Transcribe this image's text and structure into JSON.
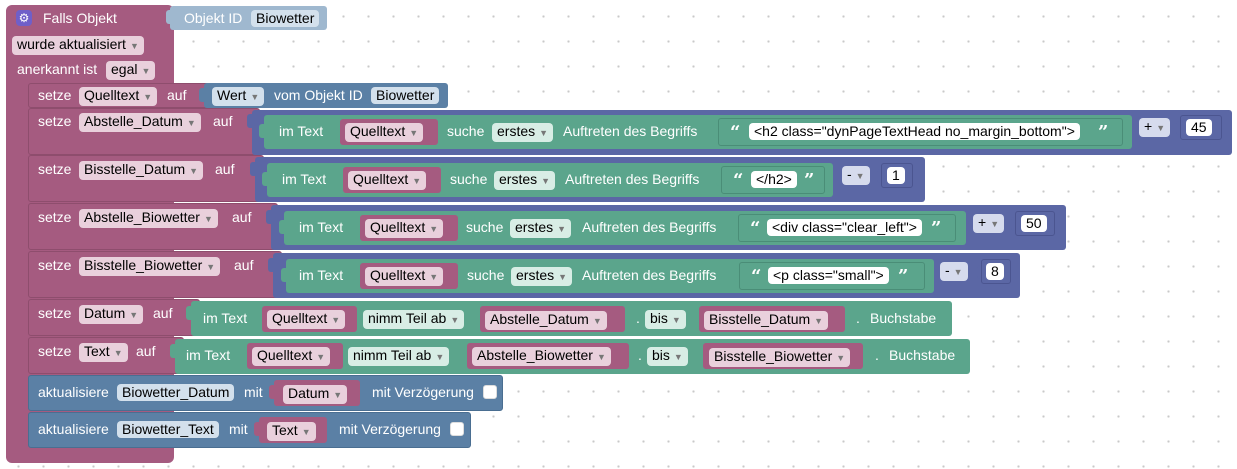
{
  "trigger": {
    "label": "Falls Objekt",
    "object_id_label": "Objekt ID",
    "object_id_value": "Biowetter",
    "event_value": "wurde aktualisiert",
    "ack_label": "anerkannt ist",
    "ack_value": "egal"
  },
  "kw": {
    "setze": "setze",
    "auf": "auf",
    "im_text": "im Text",
    "suche": "suche",
    "erstes": "erstes",
    "auftreten": "Auftreten des Begriffs",
    "wert": "Wert",
    "vom_objekt_id": "vom Objekt ID",
    "nimm_teil_ab": "nimm Teil ab",
    "bis": "bis",
    "buchstabe": "Buchstabe",
    "aktualisiere": "aktualisiere",
    "mit": "mit",
    "mit_verzoegerung": "mit Verzögerung",
    "plus": "+",
    "minus": "-",
    "open_quote": "“",
    "close_quote": "”",
    "dot": "."
  },
  "vars": {
    "quelltext": "Quelltext",
    "abstelle_datum": "Abstelle_Datum",
    "bisstelle_datum": "Bisstelle_Datum",
    "abstelle_biowetter": "Abstelle_Biowetter",
    "bisstelle_biowetter": "Bisstelle_Biowetter",
    "datum": "Datum",
    "text": "Text"
  },
  "objects": {
    "biowetter": "Biowetter",
    "biowetter_datum": "Biowetter_Datum",
    "biowetter_text": "Biowetter_Text"
  },
  "strings": {
    "s1": "<h2 class=\"dynPageTextHead no_margin_bottom\">",
    "s2": "</h2>",
    "s3": "<div class=\"clear_left\">",
    "s4": "<p class=\"small\">"
  },
  "numbers": {
    "n1": "45",
    "n2": "1",
    "n3": "50",
    "n4": "8"
  },
  "colors": {
    "event_block": "#a55b80",
    "object_block": "#5b80a5",
    "text_block": "#5ba58c",
    "math_block": "#5b67a5"
  }
}
